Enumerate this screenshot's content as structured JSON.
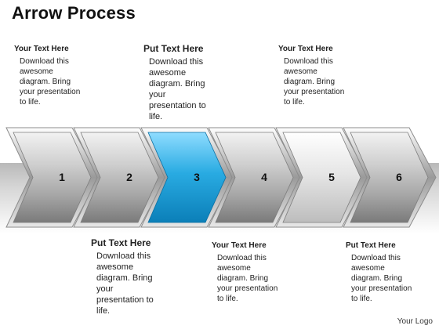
{
  "title": "Arrow Process",
  "steps": [
    {
      "number": "1",
      "highlight": false
    },
    {
      "number": "2",
      "highlight": false
    },
    {
      "number": "3",
      "highlight": true
    },
    {
      "number": "4",
      "highlight": false
    },
    {
      "number": "5",
      "highlight": false
    },
    {
      "number": "6",
      "highlight": false
    }
  ],
  "top_texts": [
    {
      "heading": "Your Text Here",
      "body": "Download this awesome diagram. Bring your presentation to life."
    },
    {
      "heading": "Put Text Here",
      "body": "Download this awesome diagram. Bring your presentation to life."
    },
    {
      "heading": "Your Text Here",
      "body": "Download this awesome diagram. Bring your presentation to life."
    }
  ],
  "bottom_texts": [
    {
      "heading": "Put Text Here",
      "body": "Download this awesome diagram. Bring your presentation to life."
    },
    {
      "heading": "Your Text Here",
      "body": "Download this awesome diagram. Bring your presentation to life."
    },
    {
      "heading": "Put Text Here",
      "body": "Download this awesome diagram. Bring your presentation to life."
    }
  ],
  "logo": "Your Logo",
  "colors": {
    "highlight": "#29abe2",
    "arrow_gray": "#a9a9a9",
    "arrow_light": "#eeeeee"
  }
}
